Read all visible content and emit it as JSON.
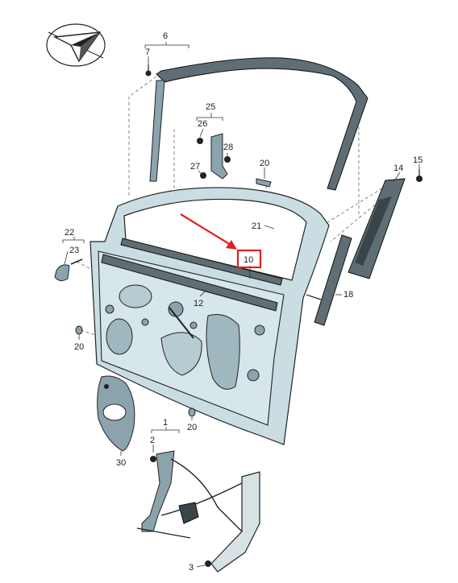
{
  "diagram": {
    "labels": {
      "p1": "1",
      "p2": "2",
      "p3": "3",
      "p6": "6",
      "p7": "7",
      "p10": "10",
      "p12": "12",
      "p14": "14",
      "p15": "15",
      "p18": "18",
      "p20a": "20",
      "p20b": "20",
      "p20c": "20",
      "p21": "21",
      "p22": "22",
      "p23": "23",
      "p25": "25",
      "p26": "26",
      "p27": "27",
      "p28": "28",
      "p30": "30"
    },
    "highlight": {
      "part": "10",
      "color": "#e02020"
    },
    "colors": {
      "panel": "#c9dde3",
      "seal": "#5e6e74",
      "outline": "#222222"
    },
    "logo_icon": "paper-plane-direction-icon"
  }
}
